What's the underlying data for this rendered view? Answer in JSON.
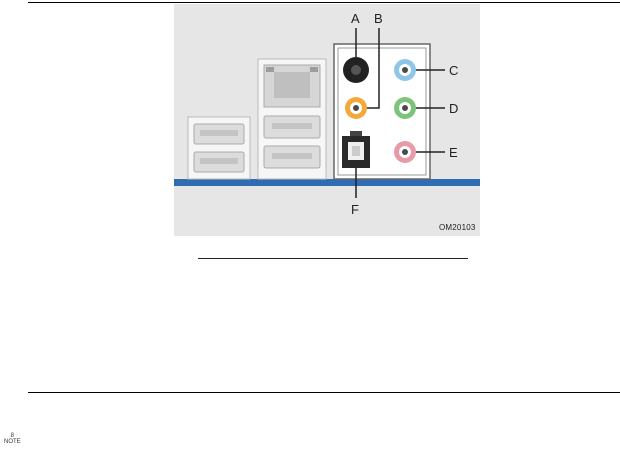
{
  "figure": {
    "callouts": {
      "a": "A",
      "b": "B",
      "c": "C",
      "d": "D",
      "e": "E",
      "f": "F"
    },
    "figure_id": "OM20103",
    "colors": {
      "panel_bg": "#e6e6e6",
      "board_stripe": "#2f6cb2",
      "jack_black": "#222222",
      "jack_blue": "#8ec6e8",
      "jack_orange": "#f2a93b",
      "jack_green": "#7cc47a",
      "jack_pink": "#e89aa8"
    }
  },
  "footer": {
    "page_mark_top": "8",
    "page_mark_bottom": "NOTE"
  }
}
